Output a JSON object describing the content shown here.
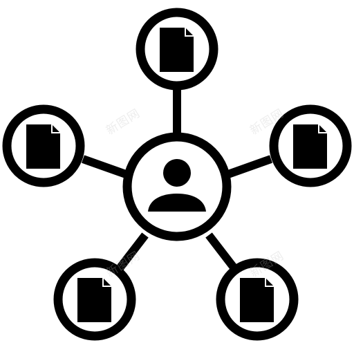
{
  "colors": {
    "ink": "#000000",
    "background": "#ffffff",
    "watermark": "rgba(190,190,190,0.28)"
  },
  "icon": {
    "name": "user-document-network-icon",
    "hub": "user-avatar",
    "satellites": [
      "document",
      "document",
      "document",
      "document",
      "document"
    ]
  },
  "watermark": {
    "text": "新图网"
  }
}
